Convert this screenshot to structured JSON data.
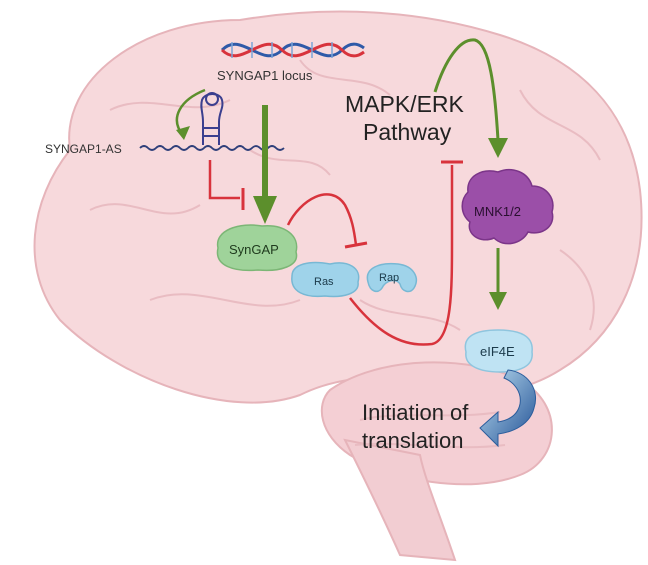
{
  "labels": {
    "locus": "SYNGAP1 locus",
    "antisense": "SYNGAP1-AS",
    "pathway_line1": "MAPK/ERK",
    "pathway_line2": "Pathway",
    "syngap": "SynGAP",
    "ras": "Ras",
    "rap": "Rap",
    "mnk": "MNK1/2",
    "eif4e": "eIF4E",
    "translation_line1": "Initiation of",
    "translation_line2": "translation"
  },
  "colors": {
    "brain_fill": "#f7d9dc",
    "brain_stroke": "#e6b4ba",
    "activation_arrow": "#5c8f2c",
    "inhibition_line": "#d8333c",
    "syngap_fill": "#9fd39a",
    "ras_rap_fill": "#9fd3ea",
    "mnk_fill": "#9b4fa8",
    "eif4e_fill": "#bfe3f3",
    "translation_arrow": "#2b5d9c",
    "dna_strand_red": "#d8333c",
    "dna_strand_blue": "#2f5aa8"
  },
  "icons": [
    "dna-helix-icon",
    "rna-hairpin-icon",
    "protein-blob-icon"
  ]
}
